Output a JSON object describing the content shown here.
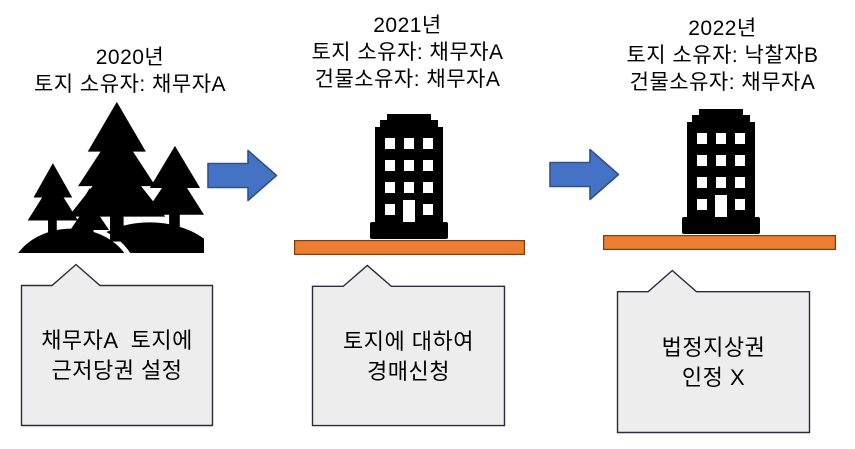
{
  "colors": {
    "arrow_fill": "#4472C4",
    "arrow_border": "#2F528F",
    "land_fill": "#ED7D31",
    "land_border": "#823B0B",
    "callout_fill": "#EDEDEE",
    "callout_border": "#2B2B3B",
    "icon_black": "#000000"
  },
  "stages": [
    {
      "year": "2020년",
      "owner_lines": [
        "토지 소유자: 채무자A"
      ],
      "icon": "forest-icon",
      "callout_lines": [
        "채무자A  토지에",
        "근저당권 설정"
      ]
    },
    {
      "year": "2021년",
      "owner_lines": [
        "토지 소유자: 채무자A",
        "건물소유자: 채무자A"
      ],
      "icon": "building-icon",
      "callout_lines": [
        "토지에 대하여",
        "경매신청"
      ]
    },
    {
      "year": "2022년",
      "owner_lines": [
        "토지 소유자: 낙찰자B",
        "건물소유자: 채무자A"
      ],
      "icon": "building-icon",
      "callout_lines": [
        "법정지상권",
        "인정 X"
      ]
    }
  ]
}
